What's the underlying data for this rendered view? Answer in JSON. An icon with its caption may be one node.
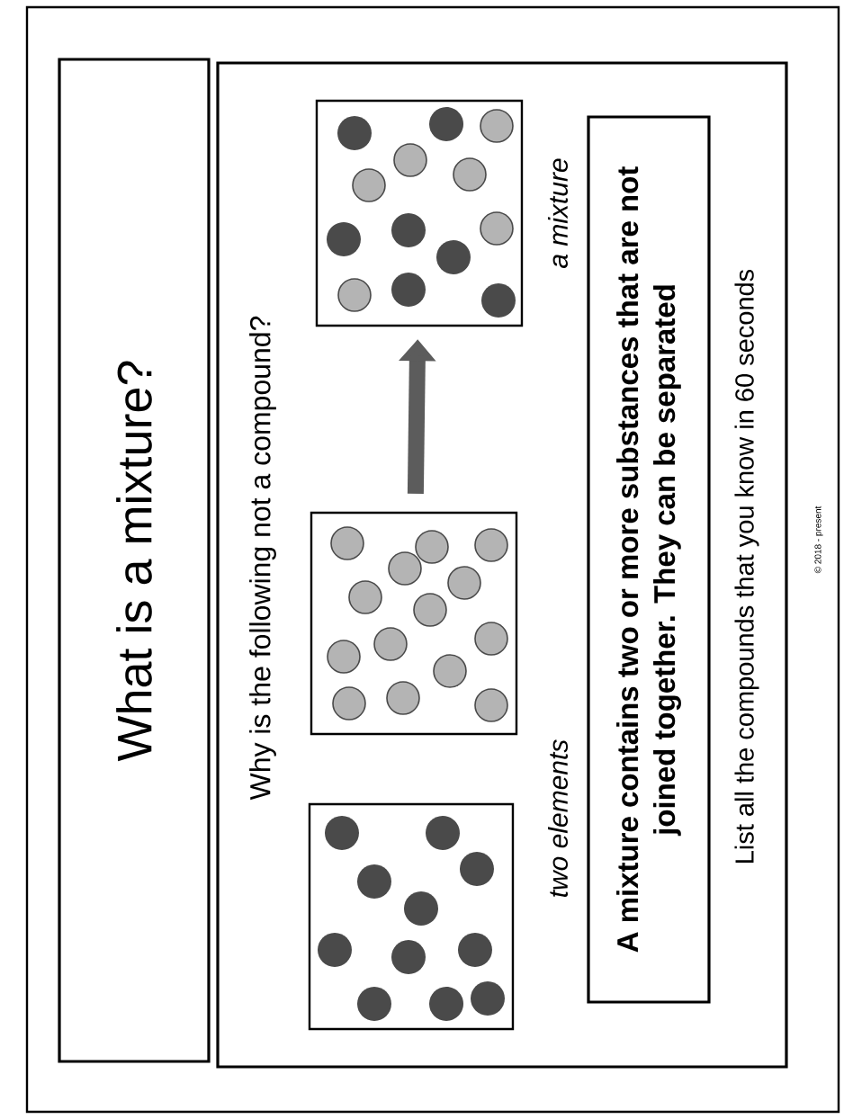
{
  "diagram": {
    "nodes": [
      {
        "text": [
          "What is a mixture?"
        ]
      },
      {
        "text": [
          "Why is the following not a compound?"
        ]
      },
      {
        "text": [],
        "shape": "box",
        "in": 1,
        "beside": [
          "a mixture"
        ]
      },
      {
        "text": [],
        "shape": "box",
        "in": 1
      },
      {
        "text": [],
        "shape": "box",
        "in": 1
      },
      {
        "text": [
          "**A mixture contains two or more substances that are not joined together. They can be separated**"
        ],
        "in": 1
      }
    ],
    "edges": [
      {
        "from": 3,
        "to": 2,
        "arrow": "to"
      }
    ],
    "labels": [
      "two elements",
      "List all the compounds that you know in 60 seconds",
      "© 2018 - present"
    ]
  }
}
